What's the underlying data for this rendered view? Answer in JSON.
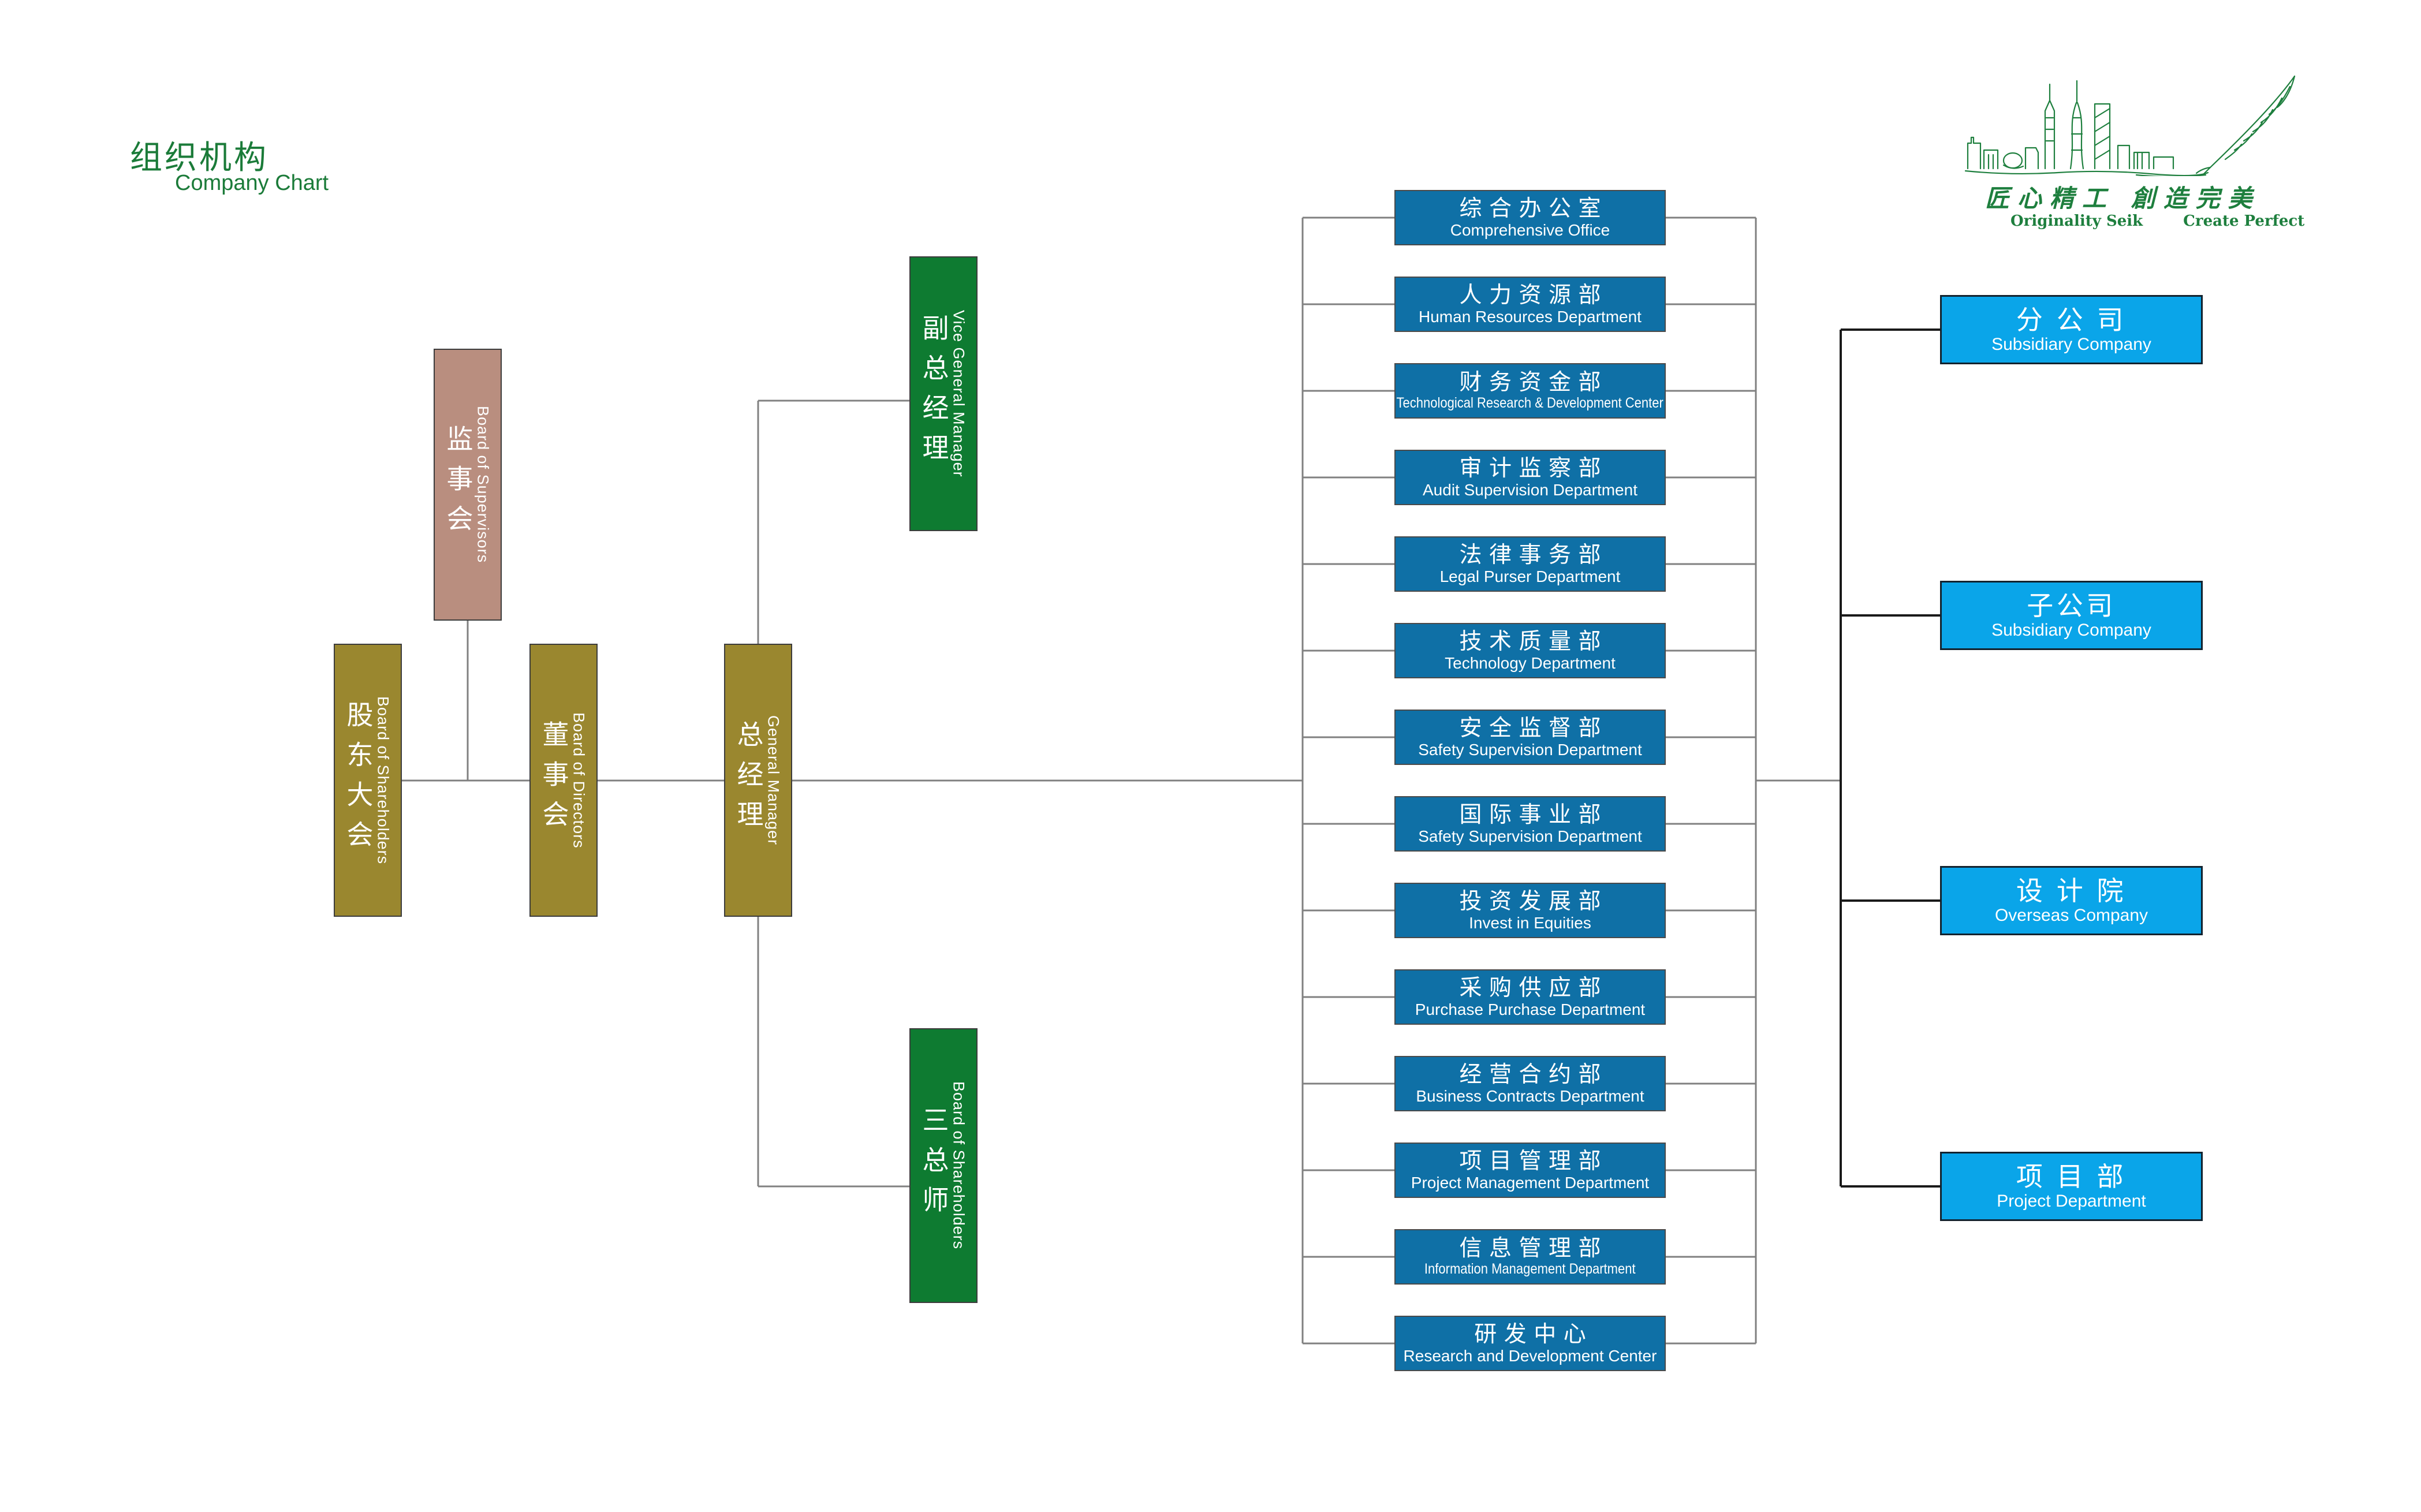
{
  "title": {
    "zh": "组织机构",
    "en": "Company Chart"
  },
  "logo": {
    "motto_zh": "匠心精工 創造完美",
    "motto_en_left": "Originality Seik",
    "motto_en_right": "Create Perfect",
    "art": "skyline-and-feather-sketch",
    "color": "#1E7F3E"
  },
  "governance": [
    {
      "id": "supervisors",
      "zh": "监事会",
      "en": "Board of Supervisors",
      "color": "#B98E7F"
    },
    {
      "id": "shareholders",
      "zh": "股东大会",
      "en": "Board of Shareholders",
      "color": "#9A872F"
    },
    {
      "id": "directors",
      "zh": "董事会",
      "en": "Board of Directors",
      "color": "#9A872F"
    },
    {
      "id": "general-manager",
      "zh": "总经理",
      "en": "General Manager",
      "color": "#9A872F"
    },
    {
      "id": "vice-general-manager",
      "zh": "副总经理",
      "en": "Vice General Manager",
      "color": "#0E7B31"
    },
    {
      "id": "three-chiefs",
      "zh": "三总师",
      "en": "Board of Shareholders",
      "color": "#0E7B31"
    }
  ],
  "departments": [
    {
      "zh": "综合办公室",
      "en": "Comprehensive Office"
    },
    {
      "zh": "人力资源部",
      "en": "Human Resources Department"
    },
    {
      "zh": "财务资金部",
      "en": "Technological Research & Development Center",
      "condensed": true
    },
    {
      "zh": "审计监察部",
      "en": "Audit Supervision Department"
    },
    {
      "zh": "法律事务部",
      "en": "Legal Purser Department"
    },
    {
      "zh": "技术质量部",
      "en": "Technology Department"
    },
    {
      "zh": "安全监督部",
      "en": "Safety Supervision Department"
    },
    {
      "zh": "国际事业部",
      "en": "Safety Supervision Department"
    },
    {
      "zh": "投资发展部",
      "en": "Invest in Equities"
    },
    {
      "zh": "采购供应部",
      "en": "Purchase Purchase Department"
    },
    {
      "zh": "经营合约部",
      "en": "Business Contracts Department"
    },
    {
      "zh": "项目管理部",
      "en": "Project Management Department"
    },
    {
      "zh": "信息管理部",
      "en": "Information Management Department",
      "condensed": true
    },
    {
      "zh": "研发中心",
      "en": "Research and Development Center"
    }
  ],
  "subsidiaries": [
    {
      "zh": "分 公 司",
      "en": "Subsidiary Company"
    },
    {
      "zh": "子公司",
      "en": "Subsidiary Company"
    },
    {
      "zh": "设 计 院",
      "en": "Overseas Company"
    },
    {
      "zh": "项 目 部",
      "en": "Project Department"
    }
  ],
  "colors": {
    "title_green": "#1B7B39",
    "department_blue": "#0F70A6",
    "subsidiary_blue": "#0AA5E9",
    "olive": "#9A872F",
    "mauve": "#B98E7F",
    "green": "#0E7B31",
    "wire_gray": "#808080",
    "wire_dark": "#1A1A1A"
  }
}
